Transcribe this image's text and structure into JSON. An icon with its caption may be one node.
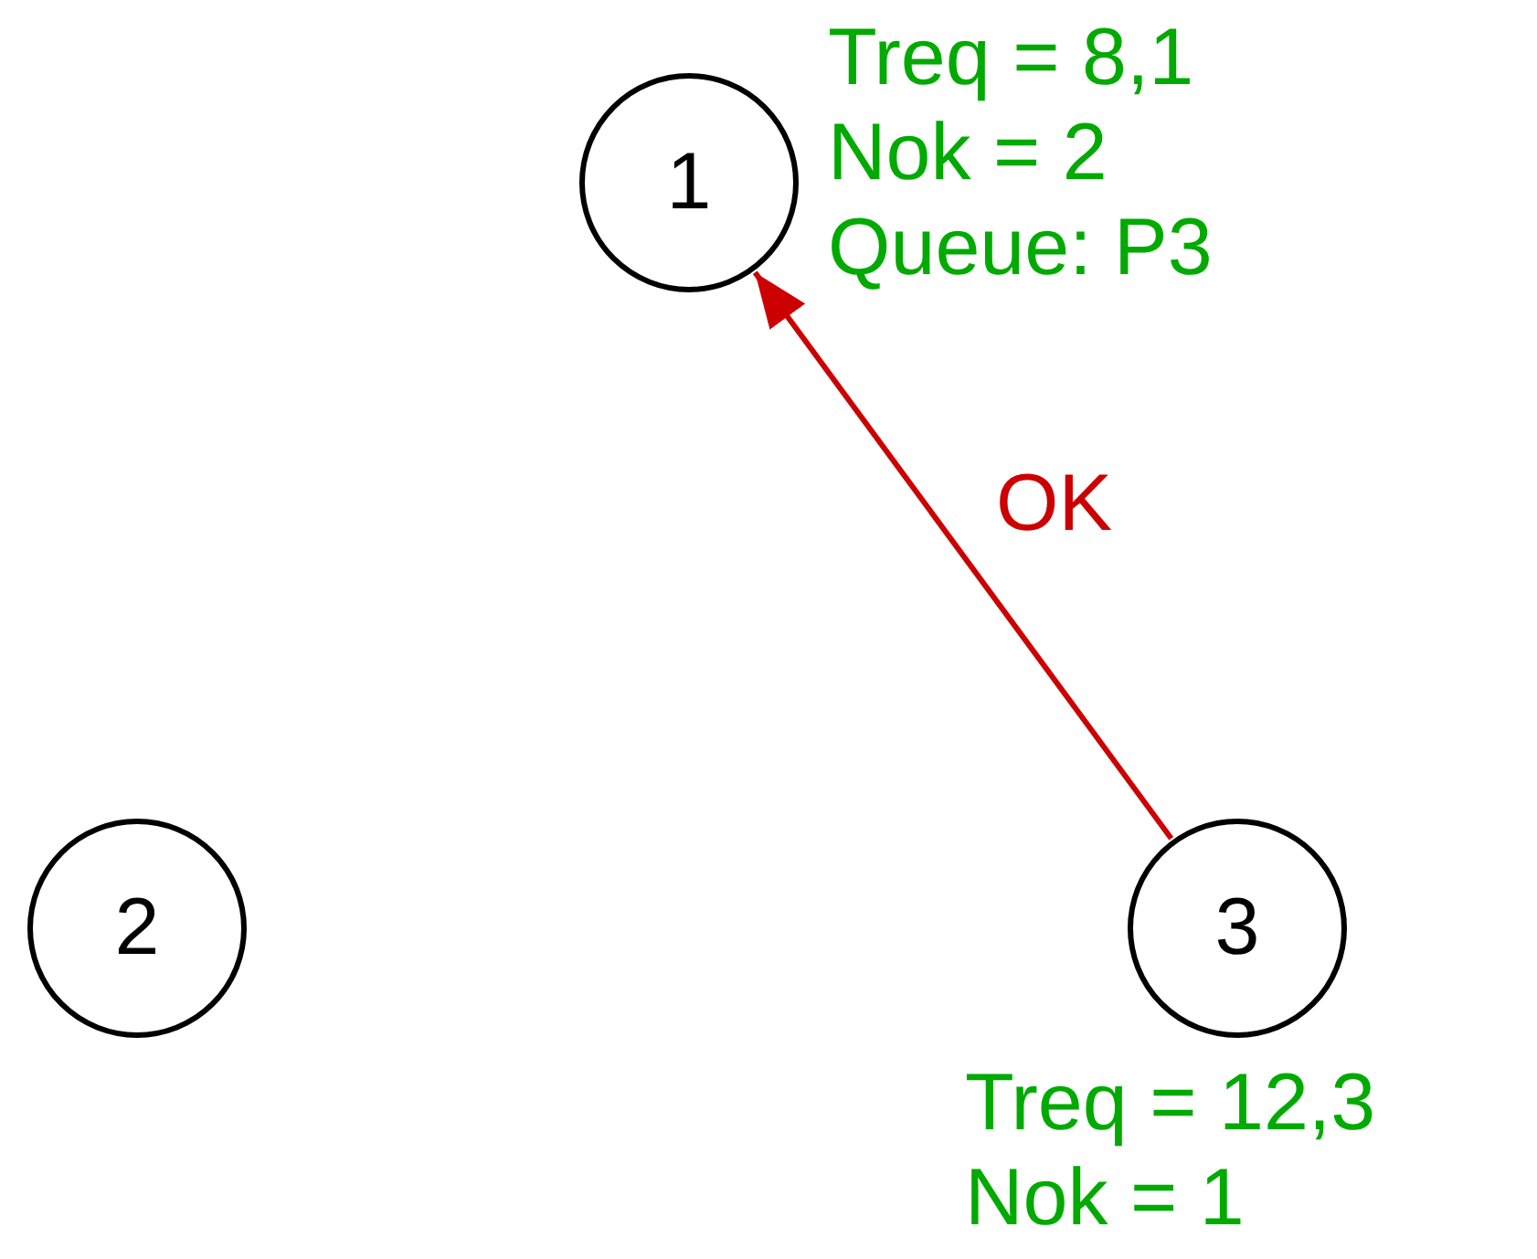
{
  "diagram": {
    "nodes": [
      {
        "text": [
          "1"
        ],
        "beside": [
          "Treq = 8,1",
          "Nok = 2",
          "Queue: P3"
        ]
      },
      {
        "text": [
          "2"
        ]
      },
      {
        "text": [
          "3"
        ],
        "beside": [
          "Treq = 12,3",
          "Nok = 1"
        ]
      }
    ],
    "edges": [
      {
        "from": 2,
        "to": 0,
        "arrow": "to",
        "label": "OK",
        "color": "#cc0000"
      }
    ]
  }
}
